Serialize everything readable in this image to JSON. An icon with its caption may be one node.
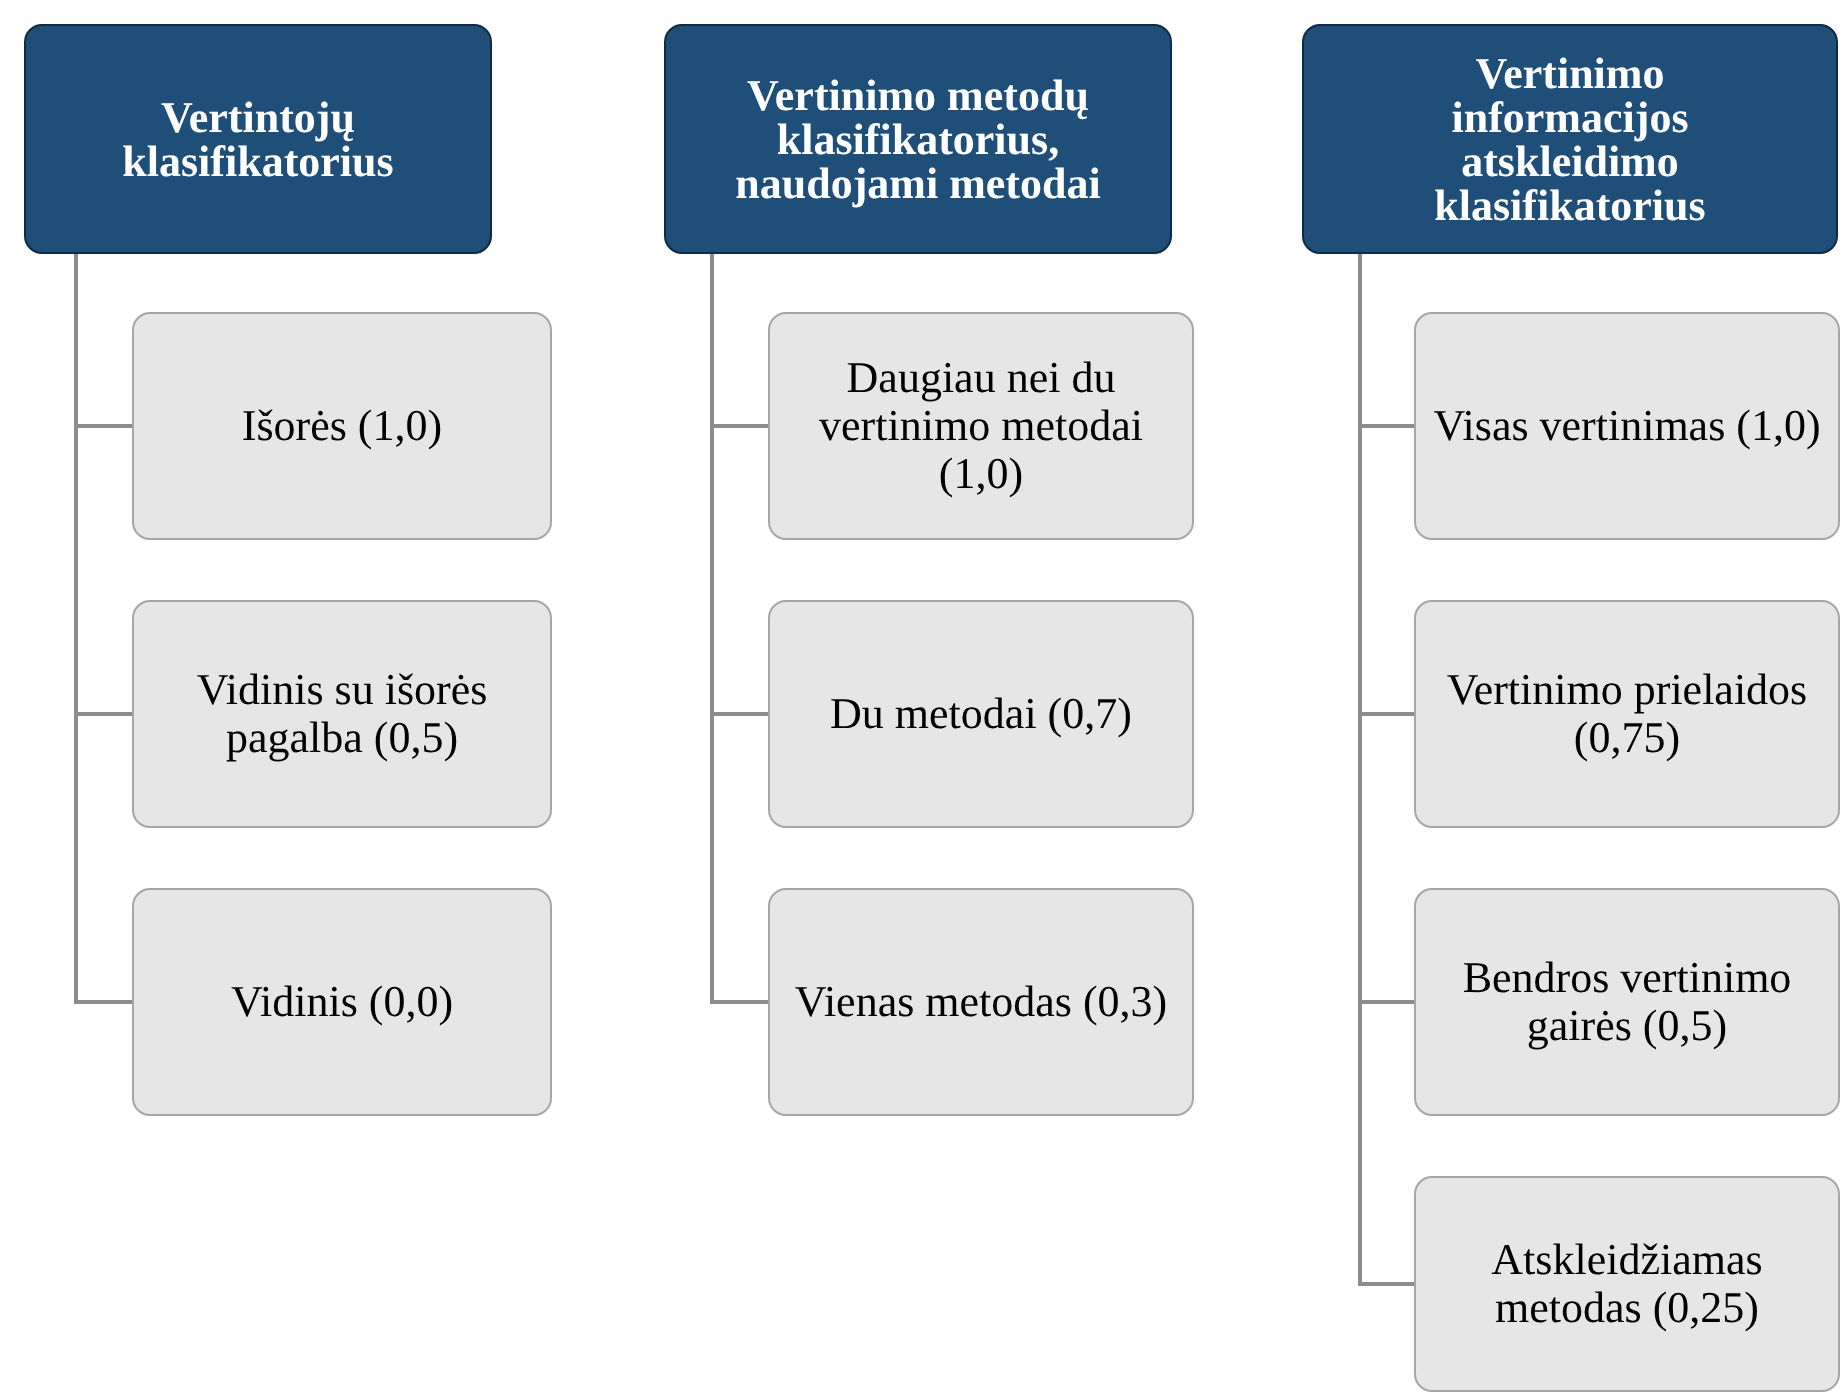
{
  "diagram": {
    "nodes": [
      {
        "text": [
          "Vertintojų klasifikatorius"
        ]
      },
      {
        "text": [
          "Išorės (1,0)"
        ]
      },
      {
        "text": [
          "Vidinis su išorės pagalba (0,5)"
        ]
      },
      {
        "text": [
          "Vidinis (0,0)"
        ]
      },
      {
        "text": [
          "Vertinimo metodų klasifikatorius, naudojami metodai"
        ]
      },
      {
        "text": [
          "Daugiau nei du vertinimo metodai (1,0)"
        ]
      },
      {
        "text": [
          "Du metodai (0,7)"
        ]
      },
      {
        "text": [
          "Vienas metodas (0,3)"
        ]
      },
      {
        "text": [
          "Vertinimo informacijos atskleidimo klasifikatorius"
        ]
      },
      {
        "text": [
          "Visas vertinimas (1,0)"
        ]
      },
      {
        "text": [
          "Vertinimo prielaidos (0,75)"
        ]
      },
      {
        "text": [
          "Bendros vertinimo gairės (0,5)"
        ]
      },
      {
        "text": [
          "Atskleidžiamas metodas (0,25)"
        ]
      }
    ],
    "edges": [
      {
        "from": 0,
        "to": 1,
        "arrow": "none"
      },
      {
        "from": 0,
        "to": 2,
        "arrow": "none"
      },
      {
        "from": 0,
        "to": 3,
        "arrow": "none"
      },
      {
        "from": 4,
        "to": 5,
        "arrow": "none"
      },
      {
        "from": 4,
        "to": 6,
        "arrow": "none"
      },
      {
        "from": 4,
        "to": 7,
        "arrow": "none"
      },
      {
        "from": 8,
        "to": 9,
        "arrow": "none"
      },
      {
        "from": 8,
        "to": 10,
        "arrow": "none"
      },
      {
        "from": 8,
        "to": 11,
        "arrow": "none"
      },
      {
        "from": 8,
        "to": 12,
        "arrow": "none"
      }
    ]
  }
}
